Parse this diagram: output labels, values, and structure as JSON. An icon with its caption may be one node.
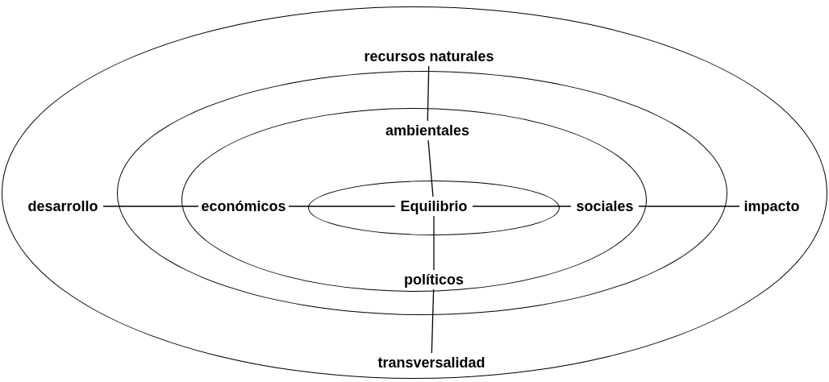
{
  "diagram": {
    "nodes": [
      {
        "text": [],
        "shape": "ellipse"
      },
      {
        "text": [],
        "shape": "ellipse",
        "in": 0
      },
      {
        "text": [],
        "shape": "ellipse",
        "in": 1
      },
      {
        "text": [],
        "shape": "ellipse",
        "in": 2
      },
      {
        "text": [
          "recursos naturales"
        ],
        "in": 0
      },
      {
        "text": [
          "ambientales"
        ],
        "in": 2
      },
      {
        "text": [
          "Equilibrio"
        ],
        "in": 3
      },
      {
        "text": [
          "desarrollo"
        ],
        "in": 0
      },
      {
        "text": [
          "económicos"
        ],
        "in": 2
      },
      {
        "text": [
          "sociales"
        ],
        "in": 2
      },
      {
        "text": [
          "impacto"
        ],
        "in": 0
      },
      {
        "text": [
          "políticos"
        ],
        "in": 2
      },
      {
        "text": [
          "transversalidad"
        ],
        "in": 0
      }
    ],
    "edges": [
      {
        "from": 4,
        "to": 5,
        "arrow": "none"
      },
      {
        "from": 5,
        "to": 6,
        "arrow": "none"
      },
      {
        "from": 7,
        "to": 8,
        "arrow": "none"
      },
      {
        "from": 8,
        "to": 6,
        "arrow": "none"
      },
      {
        "from": 6,
        "to": 9,
        "arrow": "none"
      },
      {
        "from": 9,
        "to": 10,
        "arrow": "none"
      },
      {
        "from": 6,
        "to": 11,
        "arrow": "none"
      },
      {
        "from": 11,
        "to": 12,
        "arrow": "none"
      }
    ]
  }
}
